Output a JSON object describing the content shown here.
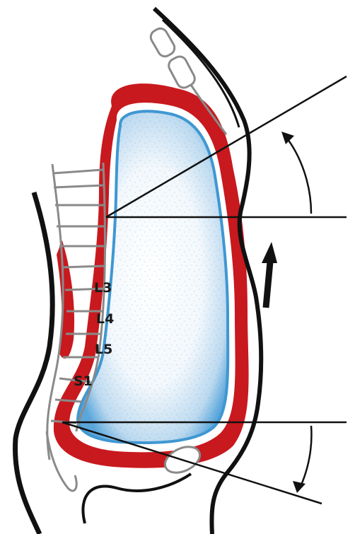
{
  "labels": {
    "l3": "L3",
    "l4": "L4",
    "l5": "L5",
    "s1": "S1"
  },
  "colors": {
    "outline": "#111111",
    "spine": "#8a8a8a",
    "muscle_red": "#c8191e",
    "cavity_blue": "#3f97d2",
    "background": "#ffffff"
  },
  "legend": []
}
